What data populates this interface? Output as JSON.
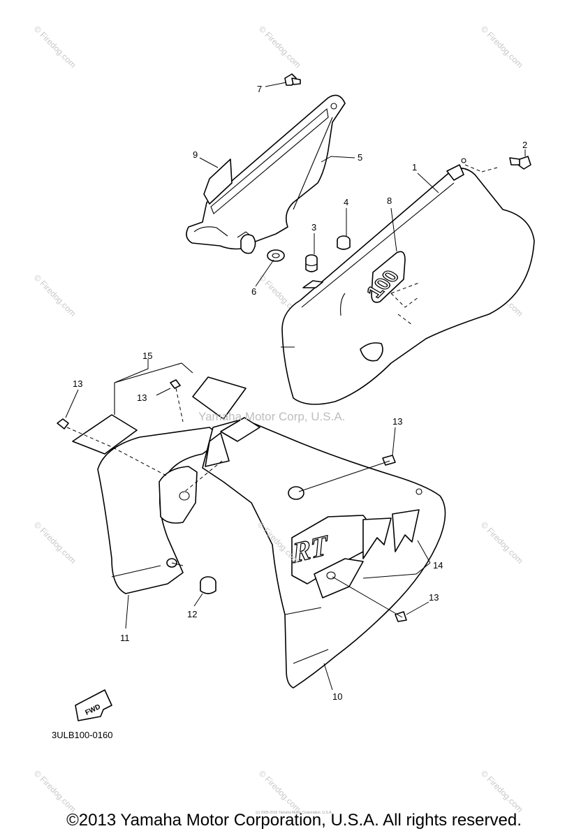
{
  "diagram": {
    "callouts": [
      "1",
      "2",
      "3",
      "4",
      "5",
      "6",
      "7",
      "8",
      "9",
      "10",
      "11",
      "12",
      "13",
      "13",
      "13",
      "13",
      "14",
      "15"
    ],
    "fwd_label": "FWD",
    "decal_main": "100",
    "decal_side": "RT",
    "part_code": "3ULB100-0160"
  },
  "watermarks": {
    "firedog": "© Firedog.com",
    "yamaha_center": "Yamaha Motor Corp, U.S.A.",
    "tiny_notice": "(c) 2005-2015 Yamaha Motor Corporation, U.S.A."
  },
  "footer": {
    "copyright": "©2013 Yamaha Motor Corporation, U.S.A. All rights reserved."
  }
}
